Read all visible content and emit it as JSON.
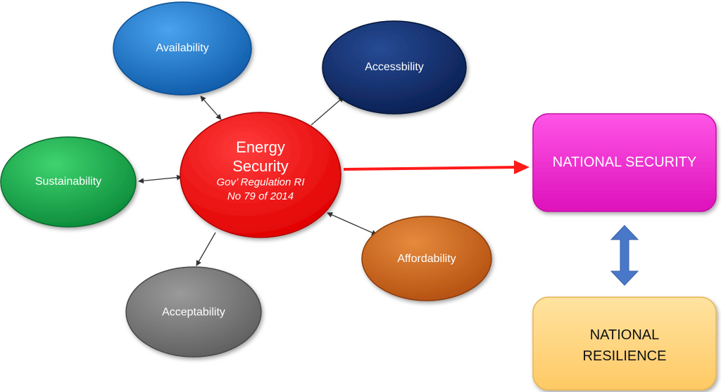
{
  "center": {
    "title_line1": "Energy",
    "title_line2": "Security",
    "subtitle_line1": "Gov’ Regulation RI",
    "subtitle_line2": "No 79 of 2014",
    "color": "#ff0000"
  },
  "nodes": {
    "availability": {
      "label": "Availability",
      "color": "#1a73c8"
    },
    "accessibility": {
      "label": "Accessbility",
      "color": "#0f2a66"
    },
    "sustainability": {
      "label": "Sustainability",
      "color": "#11a64a"
    },
    "affordability": {
      "label": "Affordability",
      "color": "#c95f1a"
    },
    "acceptability": {
      "label": "Acceptability",
      "color": "#6f6f6f"
    }
  },
  "boxes": {
    "national_security": {
      "label": "NATIONAL SECURITY",
      "color": "#ee22cc"
    },
    "national_resilience": {
      "line1": "NATIONAL",
      "line2": "RESILIENCE",
      "color": "#ffd27a"
    }
  },
  "colors": {
    "main_arrow": "#ff1a1a",
    "double_arrow": "#4a78c8",
    "connector": "#333333"
  }
}
